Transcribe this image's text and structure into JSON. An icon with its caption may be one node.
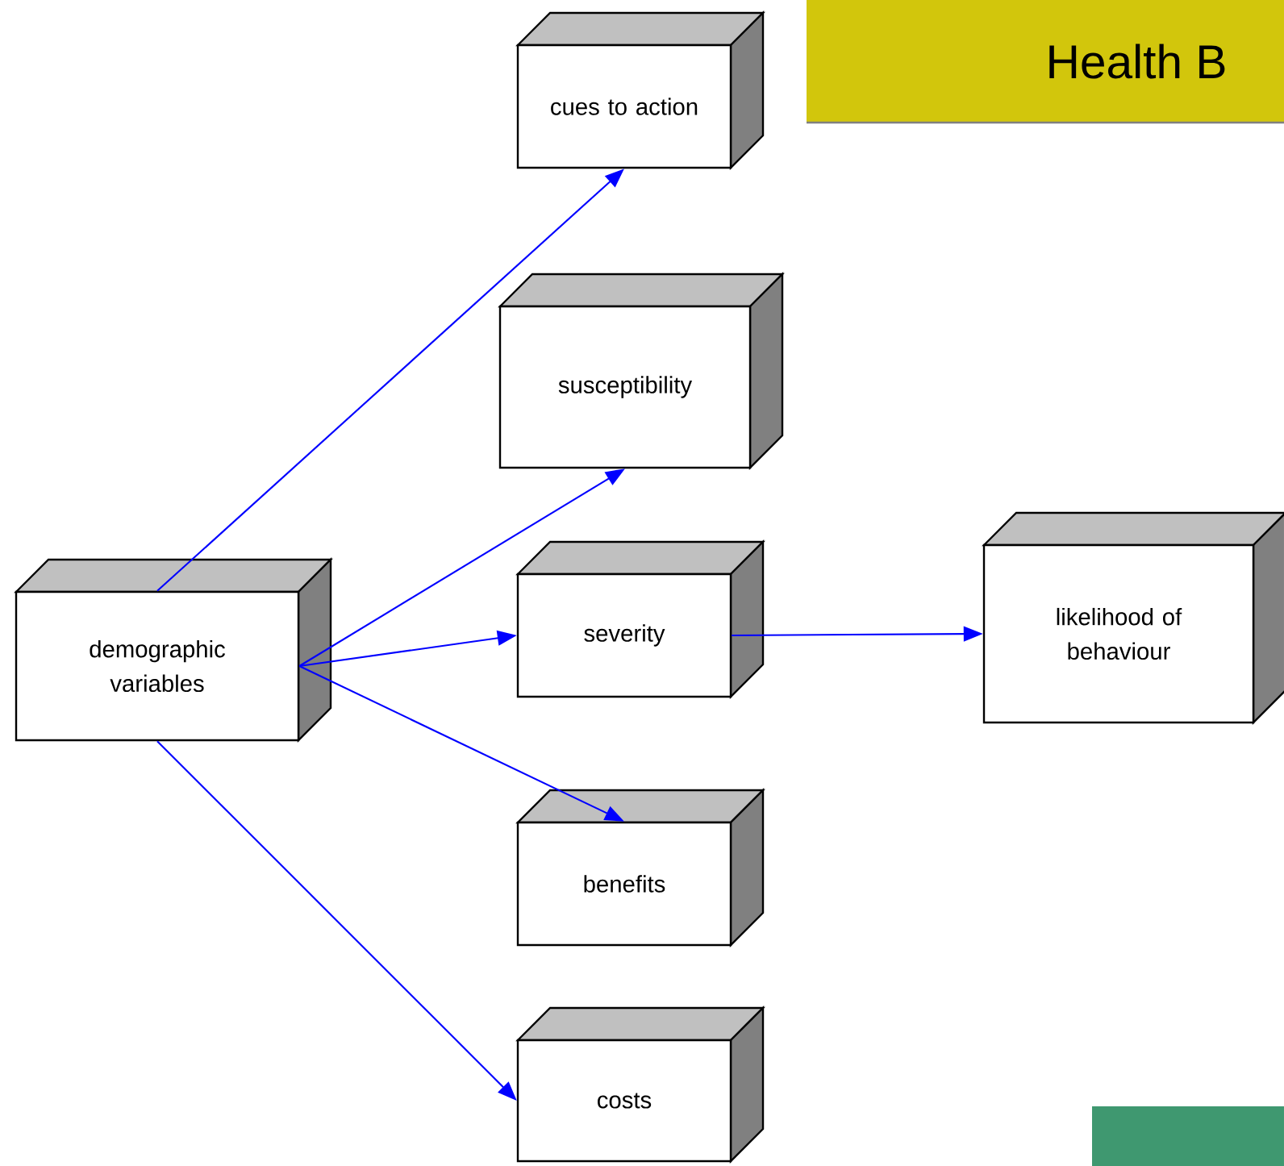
{
  "diagram": {
    "title": "Health B",
    "nodes": [
      {
        "text": [
          "cues to action"
        ]
      },
      {
        "text": [
          "susceptibility"
        ]
      },
      {
        "text": [
          "demographic variables"
        ]
      },
      {
        "text": [
          "severity"
        ]
      },
      {
        "text": [
          "likelihood of behaviour"
        ]
      },
      {
        "text": [
          "benefits"
        ]
      },
      {
        "text": [
          "costs"
        ]
      }
    ],
    "edges": [
      {
        "from": 2,
        "to": 0,
        "arrow": "to"
      },
      {
        "from": 2,
        "to": 1,
        "arrow": "to"
      },
      {
        "from": 2,
        "to": 3,
        "arrow": "to"
      },
      {
        "from": 3,
        "to": 4,
        "arrow": "to"
      },
      {
        "from": 2,
        "to": 5,
        "arrow": "to"
      },
      {
        "from": 2,
        "to": 6,
        "arrow": "to"
      }
    ]
  }
}
